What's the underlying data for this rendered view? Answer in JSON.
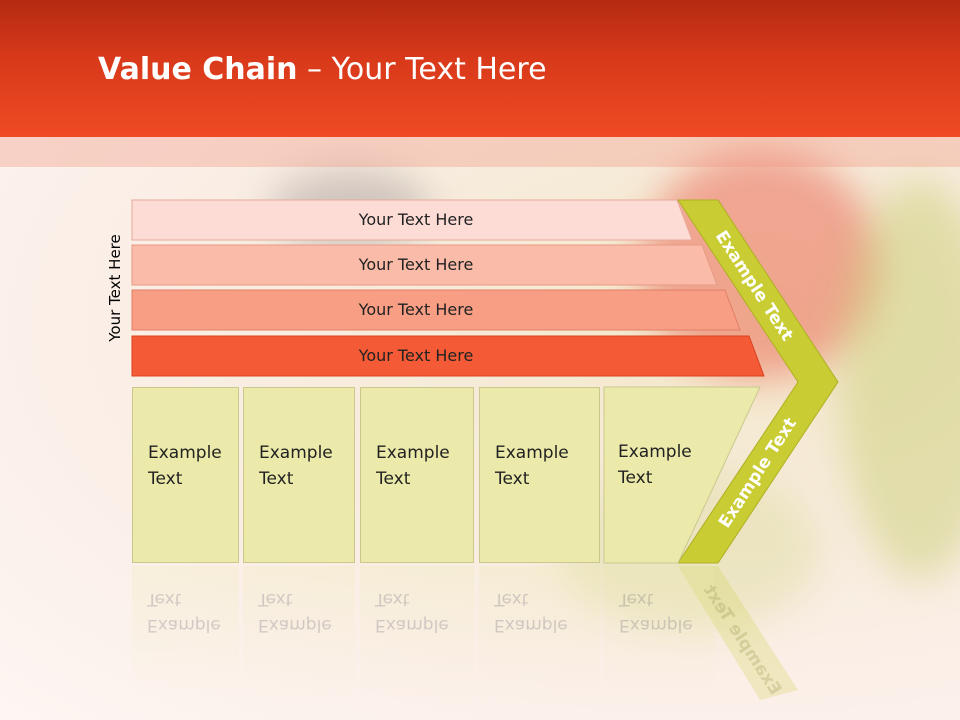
{
  "title": {
    "bold": "Value Chain",
    "rest": " – Your Text Here"
  },
  "side_label": "Your Text Here",
  "rows": [
    {
      "label": "Your Text Here"
    },
    {
      "label": "Your Text Here"
    },
    {
      "label": "Your Text Here"
    },
    {
      "label": "Your Text Here"
    }
  ],
  "boxes": [
    {
      "line1": "Example",
      "line2": "Text"
    },
    {
      "line1": "Example",
      "line2": "Text"
    },
    {
      "line1": "Example",
      "line2": "Text"
    },
    {
      "line1": "Example",
      "line2": "Text"
    },
    {
      "line1": "Example",
      "line2": "Text"
    }
  ],
  "chevron": {
    "upper": "Example Text",
    "lower": "Example Text"
  },
  "colors": {
    "header": "#d93a1a",
    "row1": "#fddcd6",
    "row2": "#fbbba9",
    "row3": "#f89e85",
    "row4": "#f35a35",
    "box": "#ebeaaa",
    "chevron": "#c9cc33"
  }
}
